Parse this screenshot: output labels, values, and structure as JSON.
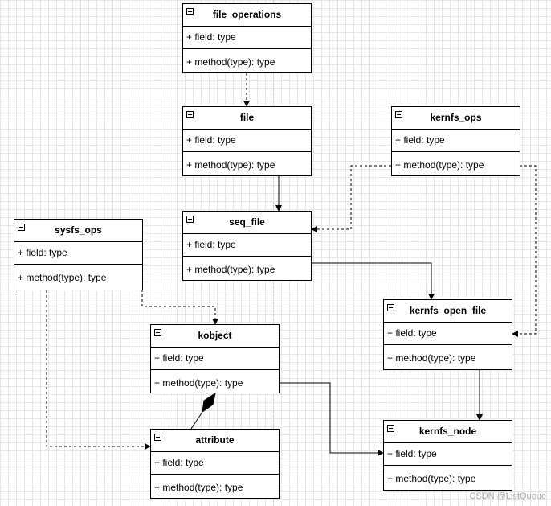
{
  "classes": {
    "file_operations": {
      "name": "file_operations",
      "field": "+ field: type",
      "method": "+ method(type): type"
    },
    "file": {
      "name": "file",
      "field": "+ field: type",
      "method": "+ method(type): type"
    },
    "kernfs_ops": {
      "name": "kernfs_ops",
      "field": "+ field: type",
      "method": "+ method(type): type"
    },
    "seq_file": {
      "name": "seq_file",
      "field": "+ field: type",
      "method": "+ method(type): type"
    },
    "sysfs_ops": {
      "name": "sysfs_ops",
      "field": "+ field: type",
      "method": "+ method(type): type"
    },
    "kernfs_open_file": {
      "name": "kernfs_open_file",
      "field": "+ field: type",
      "method": "+ method(type): type"
    },
    "kobject": {
      "name": "kobject",
      "field": "+ field: type",
      "method": "+ method(type): type"
    },
    "attribute": {
      "name": "attribute",
      "field": "+ field: type",
      "method": "+ method(type): type"
    },
    "kernfs_node": {
      "name": "kernfs_node",
      "field": "+ field: type",
      "method": "+ method(type): type"
    }
  },
  "watermark": "CSDN @ListQueue"
}
